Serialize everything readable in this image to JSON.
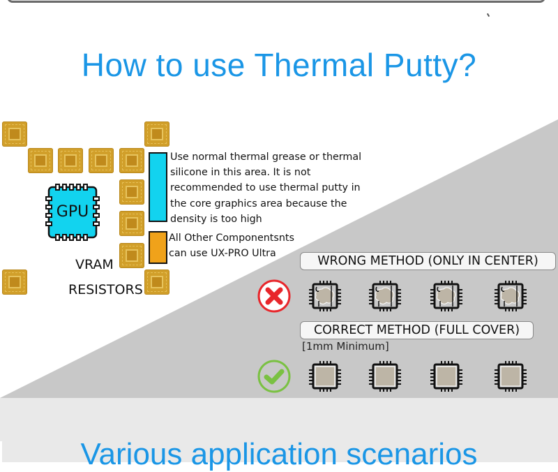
{
  "header": {
    "title": "How to use Thermal Putty?"
  },
  "diagram": {
    "gpu_label": "GPU",
    "vram_label": "VRAM",
    "resistors_label": "RESISTORS",
    "legend": [
      {
        "color": "#12d3ef",
        "text": "Use normal thermal grease or thermal silicone in this area. It is not recommended to use thermal putty in the core graphics area because the density is too high",
        "lines": [
          "Use normal thermal grease or thermal",
          "silicone in this area. It is not",
          "recommended to use thermal putty in",
          "the core graphics area because the",
          "density is too high"
        ]
      },
      {
        "color": "#f0a21a",
        "text": "All Other Componentsnts can use UX-PRO Ultra",
        "lines": [
          "All Other Componentsnts",
          "can use UX-PRO Ultra"
        ]
      }
    ]
  },
  "methods": {
    "wrong": {
      "label": "WRONG METHOD (ONLY IN CENTER)",
      "icon": "x-circle-icon",
      "color": "#e8262b",
      "count": 4
    },
    "correct": {
      "label": "CORRECT METHOD (FULL COVER)",
      "note": "[1mm Minimum]",
      "icon": "check-circle-icon",
      "color": "#7ac142",
      "count": 4
    }
  },
  "colors": {
    "title": "#1a96e6",
    "gpu": "#12d3ef",
    "putty_legend": "#f0a21a",
    "panel_gray": "#c8c8c8",
    "putty": "#bdb5a6"
  },
  "footer": {
    "title": "Various application scenarios"
  }
}
